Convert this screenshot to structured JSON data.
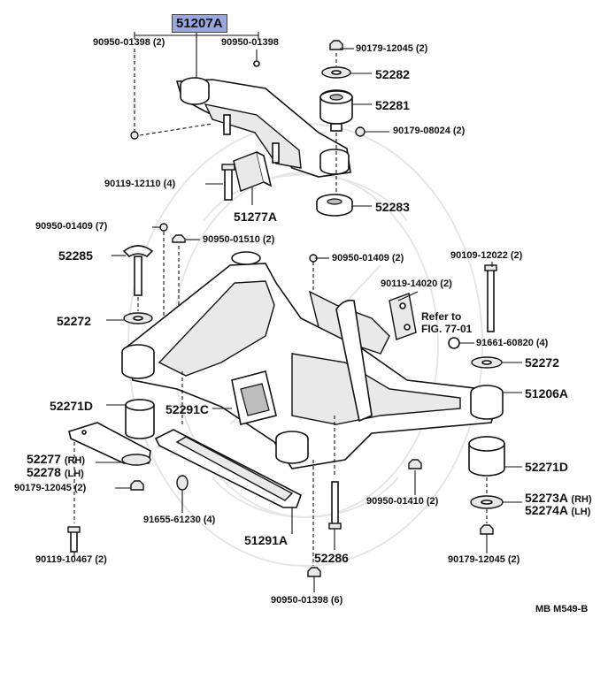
{
  "diagram": {
    "header_part": "51207A",
    "parts": {
      "p90950_01398_2": "90950-01398 (2)",
      "p90950_01398": "90950-01398",
      "p90179_12045_2_top": "90179-12045 (2)",
      "p52282": "52282",
      "p52281": "52281",
      "p90179_08024_2": "90179-08024 (2)",
      "p90119_12110_4": "90119-12110 (4)",
      "p51277A": "51277A",
      "p52283": "52283",
      "p90950_01409_7": "90950-01409 (7)",
      "p90950_01510_2": "90950-01510 (2)",
      "p52285": "52285",
      "p90950_01409_2": "90950-01409 (2)",
      "p90109_12022_2": "90109-12022 (2)",
      "p90119_14020_2": "90119-14020 (2)",
      "refer_line1": "Refer to",
      "refer_line2": "FIG. 77-01",
      "p52272_left": "52272",
      "p91661_60820_4": "91661-60820 (4)",
      "p52272_right": "52272",
      "p51206A": "51206A",
      "p52271D_left": "52271D",
      "p52291C": "52291C",
      "p52277_rh": "52277",
      "p52277_rh_suffix": "(RH)",
      "p52278_lh": "52278",
      "p52278_lh_suffix": "(LH)",
      "p90179_12045_2_left": "90179-12045 (2)",
      "p91655_61230_4": "91655-61230 (4)",
      "p51291A": "51291A",
      "p90950_01410_2": "90950-01410 (2)",
      "p52271D_right": "52271D",
      "p52273A_rh": "52273A",
      "p52273A_rh_suffix": "(RH)",
      "p52274A_lh": "52274A",
      "p52274A_lh_suffix": "(LH)",
      "p90119_10467_2": "90119-10467 (2)",
      "p52286": "52286",
      "p90179_12045_2_right": "90179-12045 (2)",
      "p90950_01398_6": "90950-01398 (6)"
    },
    "figure_code": "MB M549-B",
    "colors": {
      "header_highlight": "#9aa6df",
      "ink": "#111111",
      "watermark": "#e6e6e6"
    }
  }
}
